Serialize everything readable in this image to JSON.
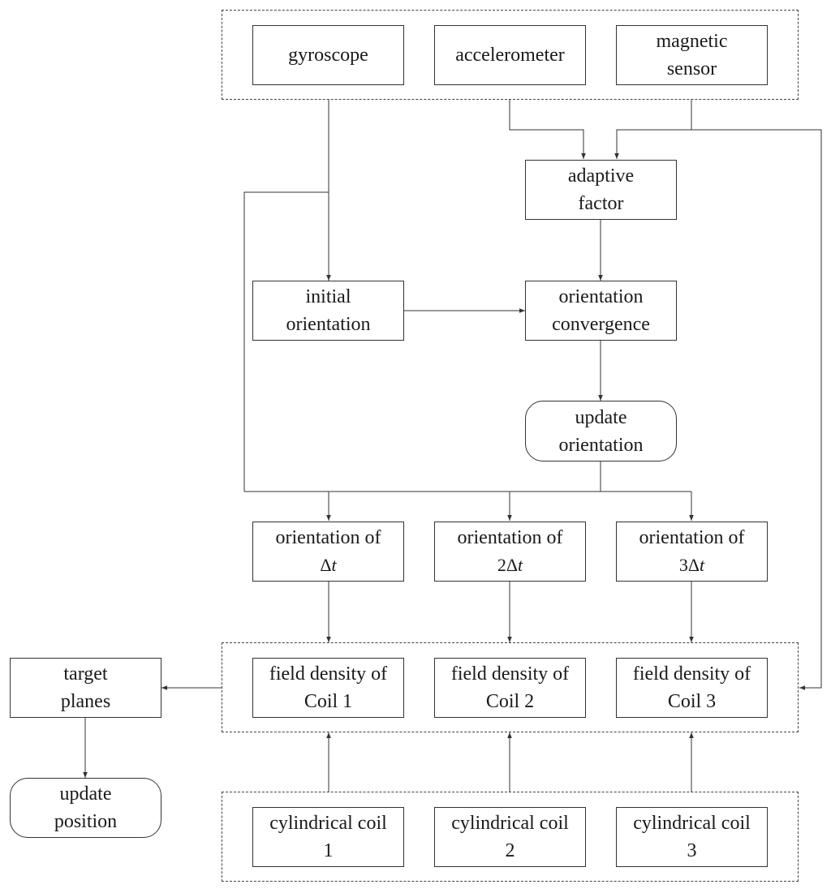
{
  "nodes": {
    "gyroscope": [
      "gyroscope"
    ],
    "accelerometer": [
      "accelerometer"
    ],
    "magnetic_sensor": [
      "magnetic",
      "sensor"
    ],
    "adaptive_factor": [
      "adaptive",
      "factor"
    ],
    "initial_orientation": [
      "initial",
      "orientation"
    ],
    "orientation_convergence": [
      "orientation",
      "convergence"
    ],
    "update_orientation": [
      "update",
      "orientation"
    ],
    "orientation_1": {
      "text": "orientation of",
      "coef": "",
      "sym": "Δ",
      "var": "t"
    },
    "orientation_2": {
      "text": "orientation of",
      "coef": "2",
      "sym": "Δ",
      "var": "t"
    },
    "orientation_3": {
      "text": "orientation of",
      "coef": "3",
      "sym": "Δ",
      "var": "t"
    },
    "field_density_1": [
      "field density of",
      "Coil 1"
    ],
    "field_density_2": [
      "field density of",
      "Coil 2"
    ],
    "field_density_3": [
      "field density of",
      "Coil 3"
    ],
    "target_planes": [
      "target",
      "planes"
    ],
    "update_position": [
      "update",
      "position"
    ],
    "cylindrical_coil_1": [
      "cylindrical coil",
      "1"
    ],
    "cylindrical_coil_2": [
      "cylindrical coil",
      "2"
    ],
    "cylindrical_coil_3": [
      "cylindrical coil",
      "3"
    ]
  },
  "colors": {
    "line": "#333333",
    "border": "#333333",
    "background": "#ffffff"
  }
}
